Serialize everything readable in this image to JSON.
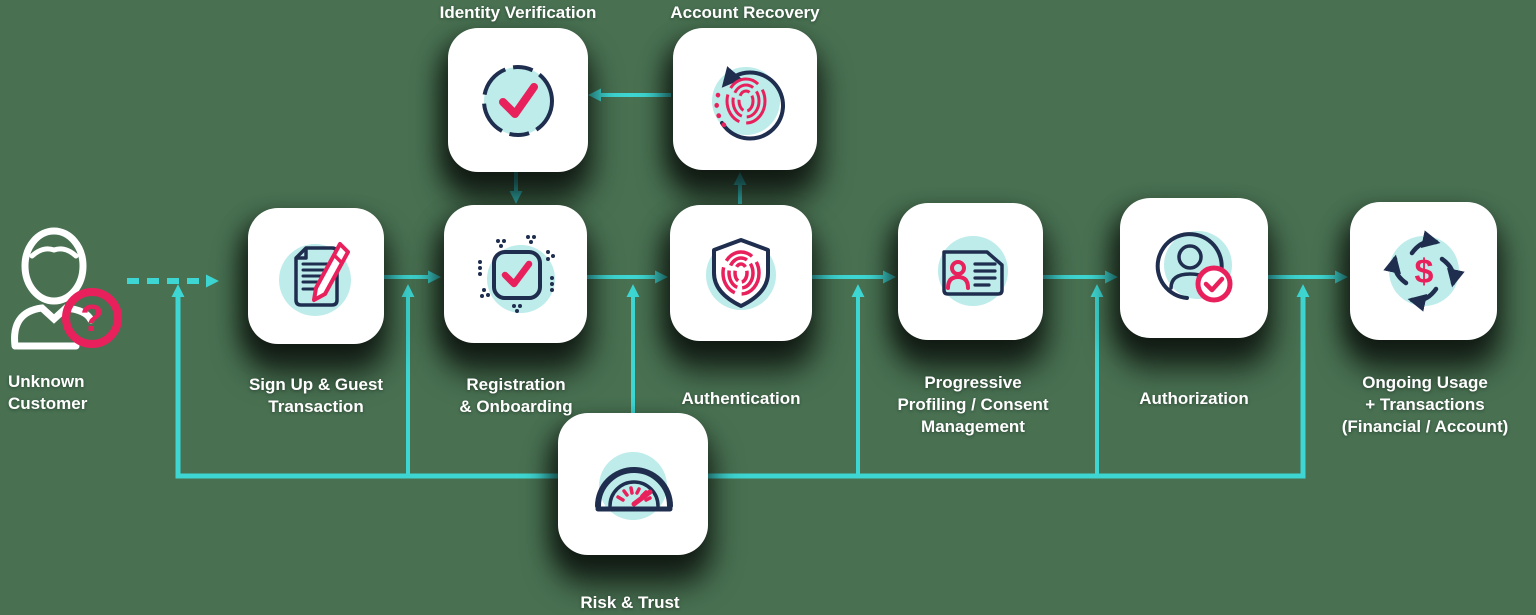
{
  "colors": {
    "background": "#487051",
    "arrow_teal": "#3ed6d2",
    "icon_circle_teal": "#bdecea",
    "outline_navy": "#1f2e4f",
    "accent_pink": "#e8215c",
    "card_white": "#ffffff",
    "label_white": "#ffffff"
  },
  "nodes": {
    "unknown_customer": {
      "label": "Unknown\nCustomer",
      "icon": "person-question-icon"
    },
    "sign_up": {
      "label": "Sign Up & Guest\nTransaction",
      "icon": "document-pencil-icon"
    },
    "identity_verification": {
      "label": "Identity Verification",
      "icon": "verified-check-circle-icon"
    },
    "account_recovery": {
      "label": "Account Recovery",
      "icon": "fingerprint-restore-icon"
    },
    "registration": {
      "label": "Registration\n& Onboarding",
      "icon": "checkbox-check-icon"
    },
    "authentication": {
      "label": "Authentication",
      "icon": "shield-fingerprint-icon"
    },
    "progressive_profiling": {
      "label": "Progressive\nProfiling / Consent\nManagement",
      "icon": "id-card-icon"
    },
    "authorization": {
      "label": "Authorization",
      "icon": "user-check-badge-icon"
    },
    "ongoing_usage": {
      "label": "Ongoing Usage\n+ Transactions\n(Financial / Account)",
      "icon": "money-cycle-icon"
    },
    "risk_trust": {
      "label": "Risk & Trust",
      "icon": "gauge-icon"
    }
  }
}
